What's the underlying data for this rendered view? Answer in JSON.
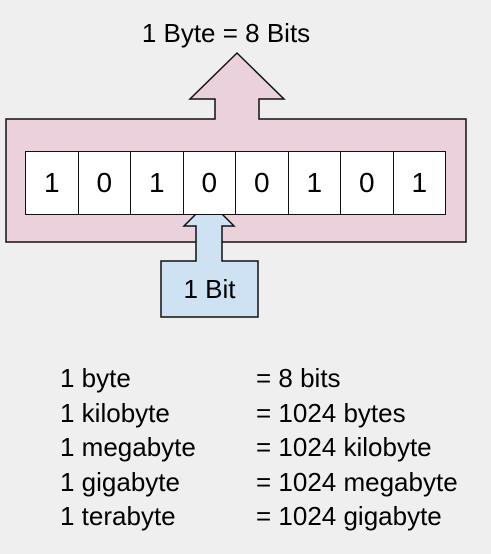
{
  "title": "1 Byte = 8 Bits",
  "bits": [
    "1",
    "0",
    "1",
    "0",
    "0",
    "1",
    "0",
    "1"
  ],
  "bit_label": "1 Bit",
  "units": [
    {
      "name": "1 byte",
      "value": "= 8 bits"
    },
    {
      "name": "1 kilobyte",
      "value": "= 1024 bytes"
    },
    {
      "name": "1 megabyte",
      "value": "= 1024 kilobyte"
    },
    {
      "name": "1 gigabyte",
      "value": "= 1024 megabyte"
    },
    {
      "name": "1 terabyte",
      "value": "= 1024 gigabyte"
    }
  ],
  "colors": {
    "background": "#efefef",
    "byte_box": "#ead1dc",
    "bit_box": "#cfe2f3",
    "cell": "#ffffff",
    "stroke": "#111111"
  }
}
